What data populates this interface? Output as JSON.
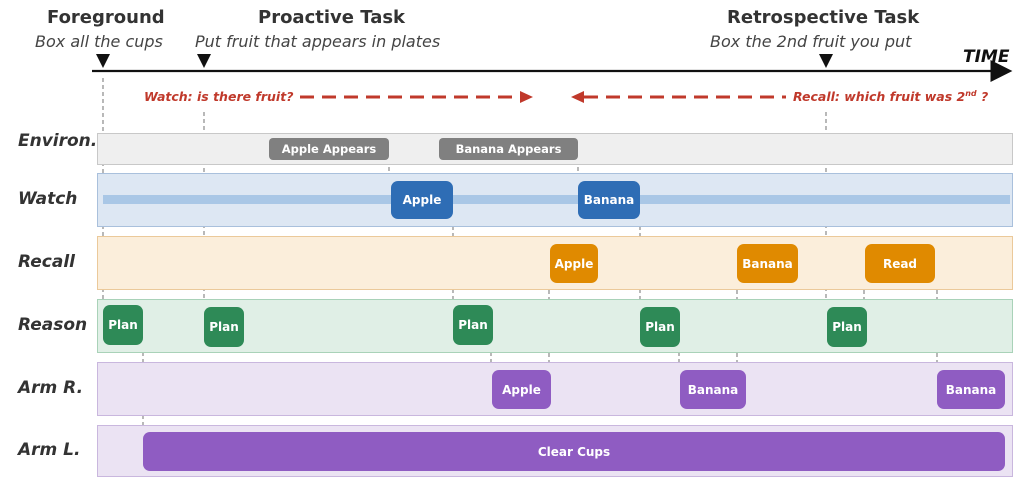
{
  "header": {
    "foreground": {
      "title": "Foreground",
      "subtitle": "Box all the cups"
    },
    "proactive": {
      "title": "Proactive Task",
      "subtitle": "Put fruit that appears in plates"
    },
    "retrospective": {
      "title": "Retrospective Task",
      "subtitle": "Box the 2nd fruit you put"
    },
    "time_label": "TIME"
  },
  "notes": {
    "watch": "Watch: is there fruit?",
    "recall_prefix": "Recall: which fruit was 2",
    "recall_sup": "nd",
    "recall_suffix": "?"
  },
  "rows": {
    "environ": "Environ.",
    "watch": "Watch",
    "recall": "Recall",
    "reason": "Reason",
    "arm_r": "Arm R.",
    "arm_l": "Arm L."
  },
  "chips": {
    "env": [
      "Apple Appears",
      "Banana Appears"
    ],
    "watch": [
      "Apple",
      "Banana"
    ],
    "recall": [
      "Apple",
      "Banana",
      "Read"
    ],
    "reason": [
      "Plan",
      "Plan",
      "Plan",
      "Plan",
      "Plan"
    ],
    "arm_r": [
      "Apple",
      "Banana",
      "Banana"
    ],
    "arm_l": [
      "Clear Cups"
    ]
  },
  "colors": {
    "env_chip": "#808080",
    "watch_chip": "#2e6db5",
    "recall_chip": "#e08a00",
    "reason_chip": "#2e8a57",
    "arm_chip": "#8f5cc2",
    "note_red": "#c0392b",
    "env_lane": "#efefef",
    "watch_lane": "#dde7f3",
    "recall_lane": "#fbeedb",
    "reason_lane": "#e0efe6",
    "arm_lane": "#ebe3f3"
  }
}
